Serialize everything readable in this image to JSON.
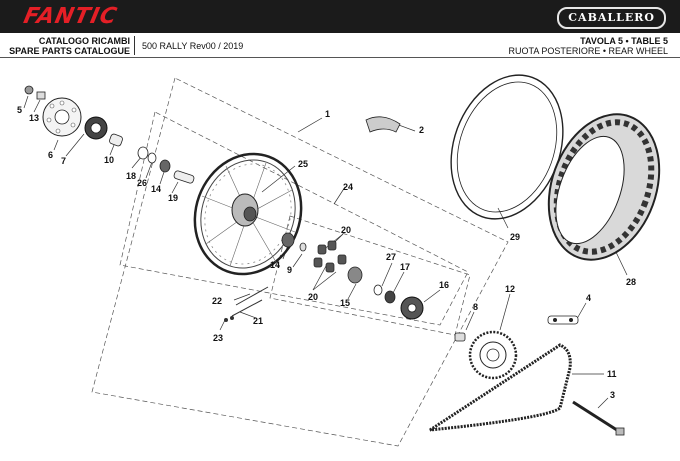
{
  "header": {
    "brand": "FANTIC",
    "model_badge": "CABALLERO",
    "catalog_it": "CATALOGO RICAMBI",
    "catalog_en": "SPARE PARTS CATALOGUE",
    "model": "500 RALLY Rev00 / 2019",
    "table": "TAVOLA 5 • TABLE 5",
    "title": "RUOTA POSTERIORE • REAR WHEEL"
  },
  "colors": {
    "brand_red": "#e41f26",
    "topbar": "#1b1b1b",
    "line": "#333333"
  },
  "callouts": [
    "1",
    "2",
    "3",
    "4",
    "5",
    "6",
    "7",
    "8",
    "9",
    "10",
    "11",
    "12",
    "13",
    "14",
    "14",
    "15",
    "16",
    "17",
    "18",
    "19",
    "20",
    "20",
    "21",
    "22",
    "23",
    "24",
    "25",
    "26",
    "27",
    "28",
    "29"
  ]
}
